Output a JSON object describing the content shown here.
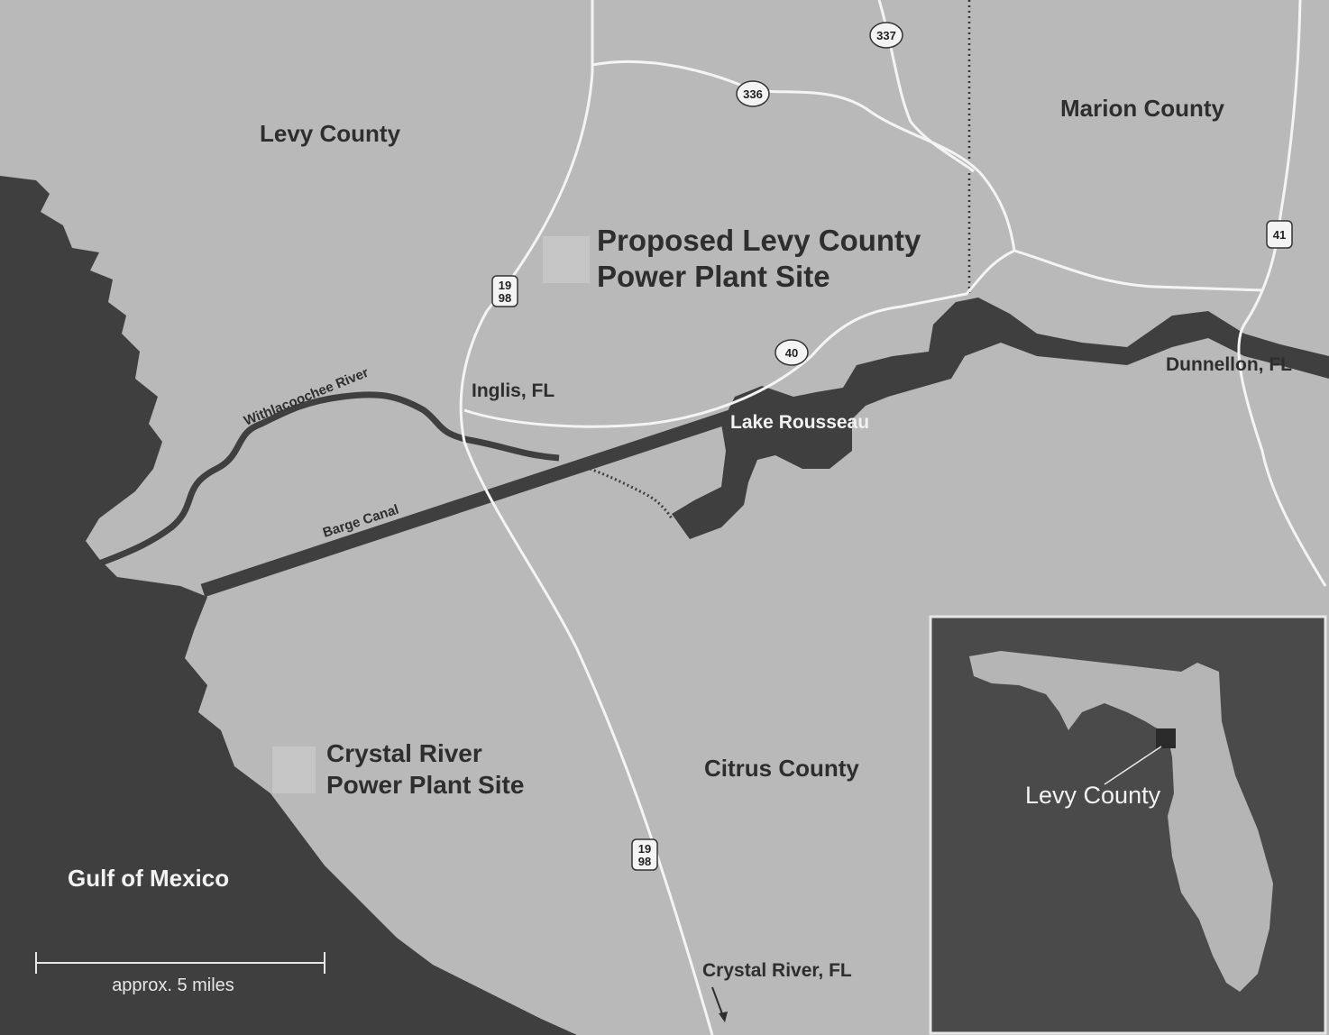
{
  "labels": {
    "levy_county": "Levy County",
    "marion_county": "Marion County",
    "citrus_county": "Citrus County",
    "gulf": "Gulf of Mexico",
    "proposed_line1": "Proposed Levy County",
    "proposed_line2": "Power Plant Site",
    "crystal_line1": "Crystal River",
    "crystal_line2": "Power Plant Site",
    "inglis": "Inglis, FL",
    "dunnellon": "Dunnellon, FL",
    "lake_rousseau": "Lake Rousseau",
    "withlacoochee": "Withlacoochee River",
    "barge_canal": "Barge Canal",
    "crystal_river_city": "Crystal River, FL",
    "scale": "approx. 5 miles",
    "inset_levy": "Levy County"
  },
  "roads": {
    "r337": "337",
    "r336": "336",
    "r40": "40",
    "r41": "41",
    "r19": "19",
    "r98": "98"
  },
  "colors": {
    "land": "#b9b9b9",
    "water": "#3f3f3f",
    "road": "#f4f4f4",
    "inset_bg": "#4a4a4a",
    "florida": "#b5b5b5"
  }
}
